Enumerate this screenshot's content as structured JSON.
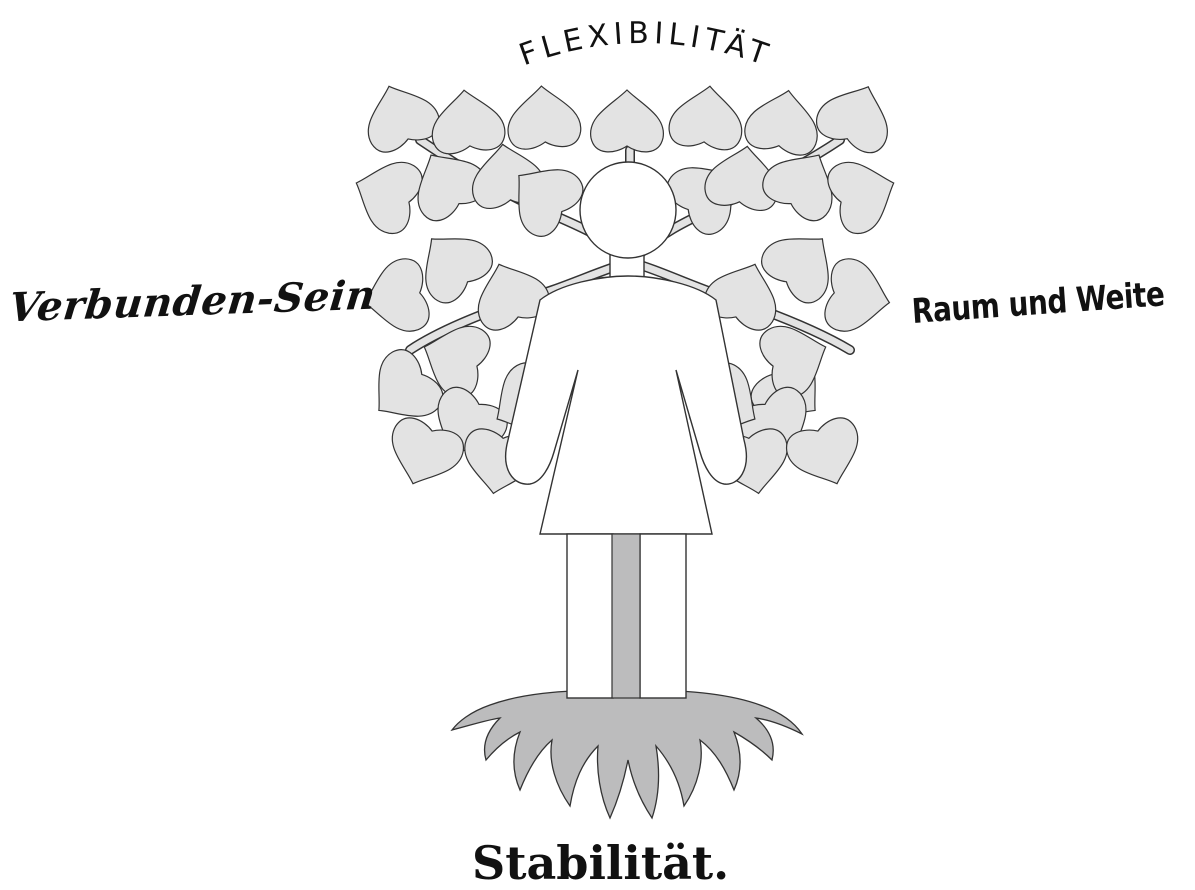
{
  "labels": {
    "top": "FLEXIBILITÄT",
    "left": "Verbunden-Sein",
    "right": "Raum und Weite",
    "bottom": "Stabilität."
  },
  "colors": {
    "leaf_fill": "#e3e3e3",
    "root_fill": "#bcbcbd",
    "figure_fill": "#ffffff",
    "outline": "#333333",
    "text": "#111111"
  },
  "icons": {
    "figure": "woman-figure-icon",
    "tree": "tree-crown-icon",
    "roots": "roots-icon"
  }
}
